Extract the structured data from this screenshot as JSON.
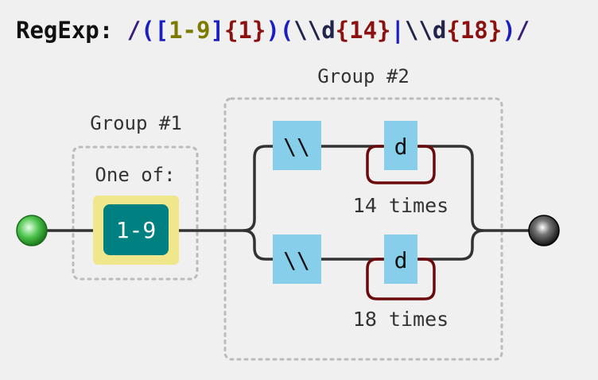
{
  "header": {
    "label": "RegExp:",
    "tokens": [
      {
        "text": "/",
        "kind": "slash"
      },
      {
        "text": "(",
        "kind": "paren"
      },
      {
        "text": "[",
        "kind": "bracket"
      },
      {
        "text": "1-9",
        "kind": "range"
      },
      {
        "text": "]",
        "kind": "bracket"
      },
      {
        "text": "{1}",
        "kind": "brace"
      },
      {
        "text": ")",
        "kind": "paren"
      },
      {
        "text": "(",
        "kind": "paren"
      },
      {
        "text": "\\\\d",
        "kind": "escape"
      },
      {
        "text": "{14}",
        "kind": "brace"
      },
      {
        "text": "|",
        "kind": "pipe"
      },
      {
        "text": "\\\\d",
        "kind": "escape"
      },
      {
        "text": "{18}",
        "kind": "brace"
      },
      {
        "text": ")",
        "kind": "paren"
      },
      {
        "text": "/",
        "kind": "slash"
      }
    ]
  },
  "diagram": {
    "group1": {
      "title": "Group #1",
      "one_of_label": "One of:",
      "range": "1-9"
    },
    "group2": {
      "title": "Group #2",
      "branch1": {
        "escape": "\\\\",
        "char": "d",
        "repeat": "14 times"
      },
      "branch2": {
        "escape": "\\\\",
        "char": "d",
        "repeat": "18 times"
      }
    },
    "colors": {
      "background": "#f0f0f0",
      "line": "#333333",
      "literal_box": "#87ceeb",
      "range_box": "#008080",
      "range_highlight": "#f0e68c",
      "repeat_loop": "#6b0a0a",
      "group_border": "#bbbbbb",
      "start_node": "#2aa02a",
      "end_node": "#111111"
    }
  }
}
